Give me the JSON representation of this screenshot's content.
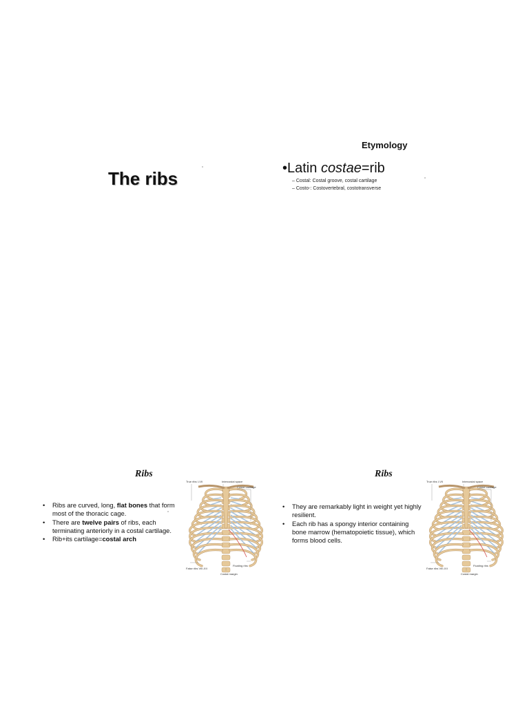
{
  "slide1": {
    "title": "The ribs"
  },
  "slide2": {
    "title": "Etymology",
    "bullet_prefix": "•Latin ",
    "bullet_term": "costae",
    "bullet_suffix": "=rib",
    "subs": [
      "–  Costal: Costal groove, costal cartilage",
      "–  Costo-: Costovertebral, costotransverse"
    ]
  },
  "slide3": {
    "heading": "Ribs",
    "bullets": [
      {
        "parts": [
          {
            "t": "Ribs are curved, long, "
          },
          {
            "t": "flat bones",
            "b": true
          },
          {
            "t": " that form most of the thoracic cage."
          }
        ]
      },
      {
        "parts": [
          {
            "t": "There are "
          },
          {
            "t": "twelve pairs",
            "b": true
          },
          {
            "t": " of ribs, each terminating anteriorly in a costal cartilage."
          }
        ]
      },
      {
        "parts": [
          {
            "t": "Rib+its cartilage="
          },
          {
            "t": "costal arch",
            "b": true
          }
        ]
      }
    ]
  },
  "slide4": {
    "heading": "Ribs",
    "bullets": [
      {
        "parts": [
          {
            "t": "They are remarkably light in weight yet highly resilient."
          }
        ]
      },
      {
        "parts": [
          {
            "t": "Each rib has a spongy interior containing bone marrow (hematopoietic tissue), which forms blood cells."
          }
        ]
      }
    ]
  },
  "figure_labels": {
    "true_ribs": "True ribs I-VII",
    "intercostal": "Intercostal space",
    "costal_cartilage": "Costal cartilage",
    "false_ribs": "False ribs VIII-XII",
    "floating_ribs": "Floating ribs",
    "costal_margin": "Costal margin"
  },
  "colors": {
    "bone": "#e6c99a",
    "bone_dark": "#b8956a",
    "cartilage": "#a9c4dd",
    "margin": "#d24a4a"
  }
}
